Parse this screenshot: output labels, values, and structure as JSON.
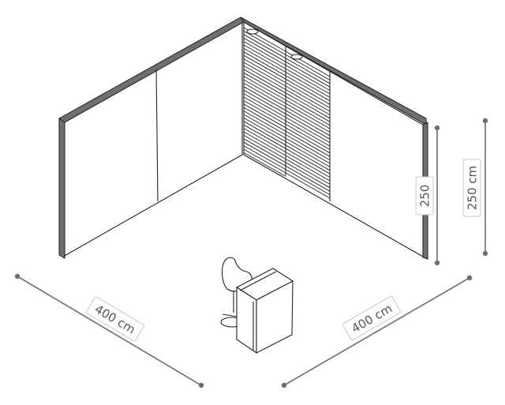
{
  "dimensions": {
    "width_left": "400 cm",
    "width_right": "400 cm",
    "height_outer": "250 cm",
    "height_inner": "250"
  },
  "colors": {
    "line": "#222222",
    "dimension": "#6e6e6e",
    "label_text": "#555555",
    "background": "#ffffff"
  }
}
